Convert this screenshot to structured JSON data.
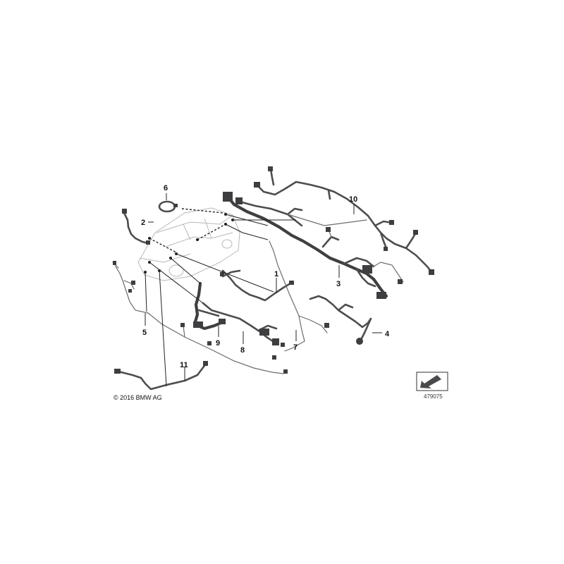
{
  "diagram": {
    "part_labels": [
      "1",
      "2",
      "3",
      "4",
      "5",
      "6",
      "7",
      "8",
      "9",
      "10",
      "11"
    ],
    "copyright": "© 2016 BMW AG",
    "reference_number": "479075"
  },
  "icons": {
    "direction_badge": "arrow-badge-icon"
  }
}
